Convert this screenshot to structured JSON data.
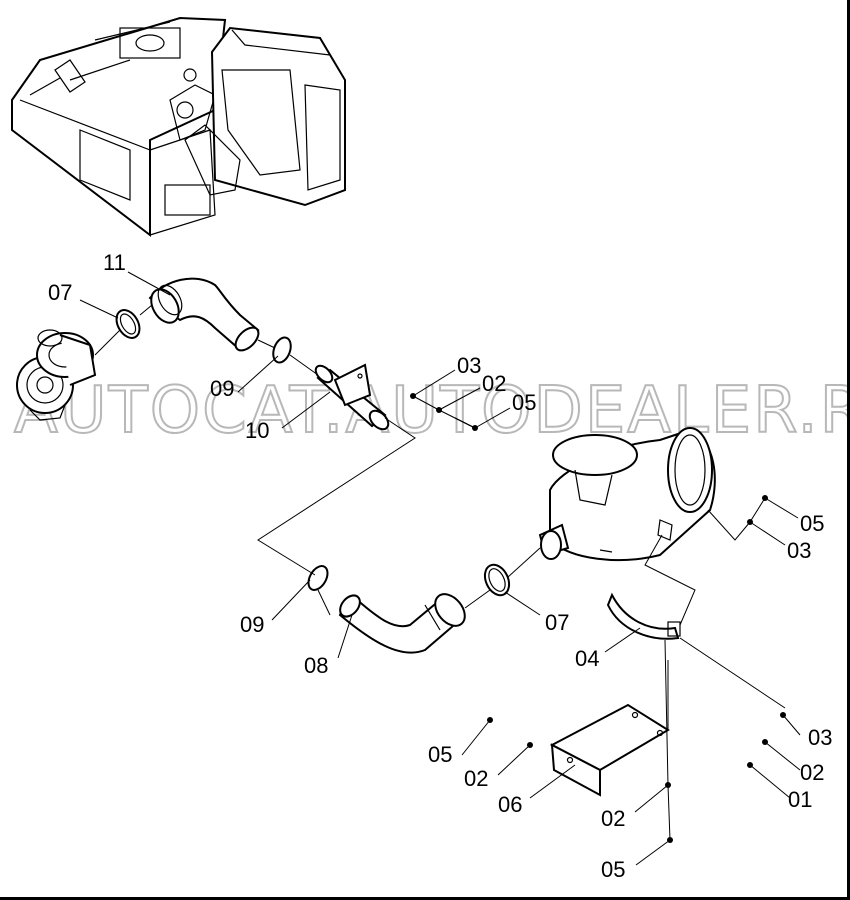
{
  "watermark": "AUTOCAT.AUTODEALER.RU",
  "callouts": {
    "c11": "11",
    "c07a": "07",
    "c09a": "09",
    "c10": "10",
    "c03a": "03",
    "c02a": "02",
    "c05a": "05",
    "c05b": "05",
    "c03b": "03",
    "c09b": "09",
    "c08": "08",
    "c07b": "07",
    "c04": "04",
    "c03c": "03",
    "c02b": "02",
    "c01": "01",
    "c05c": "05",
    "c02c": "02",
    "c06": "06",
    "c02d": "02",
    "c05d": "05"
  }
}
